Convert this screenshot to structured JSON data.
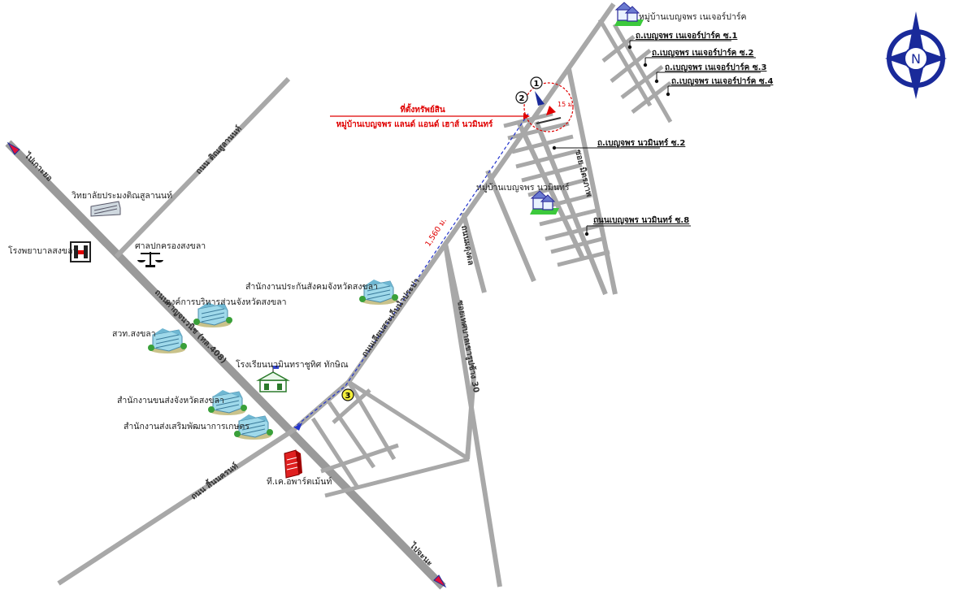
{
  "labels": {
    "property_title": "ที่ตั้งทรัพย์สิน",
    "property_name": "หมู่บ้านเบญจพร แลนด์ แอนด์ เฮาส์ นวมินทร์",
    "village_nature_park": "หมู่บ้านเบญจพร เนเจอร์ปาร์ค",
    "village_nawamin": "หมู่บ้านเบญจพร นวมินทร์",
    "university": "วิทยาลัยประมงติณสูลานนท์",
    "hospital": "โรงพยาบาลสงขลา",
    "court": "ศาลปกครองสงขลา",
    "social_security": "สำนักงานประกันสังคมจังหวัดสงขลา",
    "pao": "องค์การบริหารส่วนจังหวัดสงขลา",
    "district_office": "สวท.สงขลา",
    "school": "โรงเรียนนวมินทราชูทิศ ทักษิณ",
    "transport_office": "สำนักงานขนส่งจังหวัดสงขลา",
    "agri_office": "สำนักงานส่งเสริมพัฒนาการเกษตร",
    "apartment": "ที.เค.อพาร์ตเม้นท์",
    "distance": "1,560 ม.",
    "radius": "15 ม.",
    "to_kohyo": "ไปเกาะยอ",
    "to_chana": "ไปจะนะ"
  },
  "roads": {
    "main_highway": "ถนนกาญจนวนิช (ทล.408)",
    "tinsulanon": "ถนน ติณสูลานนท์",
    "sinakorn": "ถนน สิ้นนครนท์",
    "property_road": "ถนนเลียบสระเก็บน้ำประปา",
    "phadung": "ถนนผดุงดล",
    "ratchada30": "ซอยเทศบาลเขารูปช้าง 30",
    "soi_right": "ซอย มิตรภาพ"
  },
  "sois": {
    "np1": "ถ.เบญจพร เนเจอร์ปาร์ค ซ.1",
    "np2": "ถ.เบญจพร เนเจอร์ปาร์ค ซ.2",
    "np3": "ถ.เบญจพร เนเจอร์ปาร์ค ซ.3",
    "np4": "ถ.เบญจพร เนเจอร์ปาร์ค ซ.4",
    "nw2": "ถ.เบญจพร นวมินทร์ ซ.2",
    "nw8": "ถนนเบญจพร นวมินทร์ ซ.8"
  },
  "markers": [
    "1",
    "2",
    "3"
  ],
  "compass": {
    "letter": "N"
  },
  "icons": [
    "village-icon",
    "building-icon",
    "hospital-icon",
    "court-scales-icon",
    "school-icon",
    "apartment-icon",
    "compass-icon",
    "arrow-icon"
  ],
  "colors": {
    "road": "#a8a8a8",
    "route": "#2233cc",
    "property_text": "#e00000",
    "compass": "#1a2a9a",
    "direction_arrow": "#e0103a",
    "marker_yellow": "#f4ef3a",
    "building": "#8fd3e6",
    "village_base": "#3cc93c"
  }
}
